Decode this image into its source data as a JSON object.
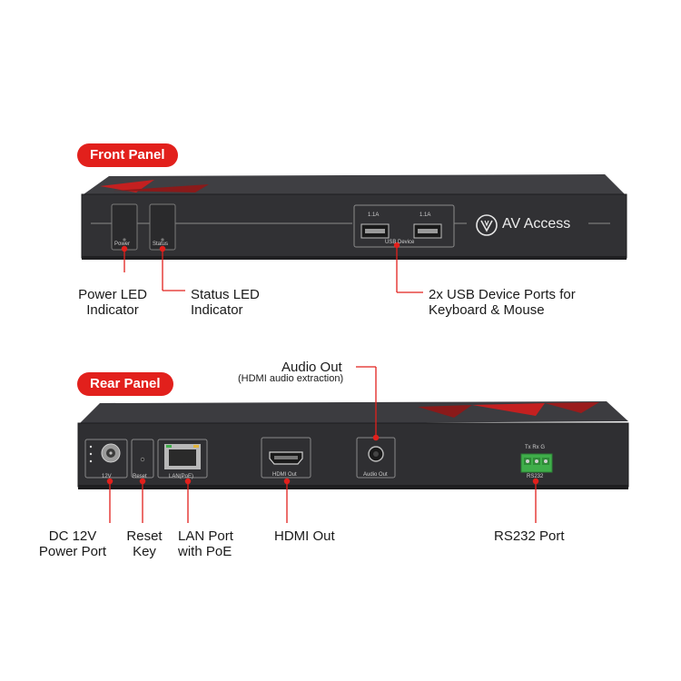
{
  "front_panel": {
    "title": "Front Panel",
    "power_port_text": "Power",
    "status_port_text": "Status",
    "usb_rating_1": "1.1A",
    "usb_rating_2": "1.1A",
    "usb_group_text": "USB Device",
    "brand": "AV Access",
    "callouts": {
      "power_led": [
        "Power LED",
        "Indicator"
      ],
      "status_led": [
        "Status LED",
        "Indicator"
      ],
      "usb_ports": [
        "2x USB Device Ports for",
        "Keyboard & Mouse"
      ]
    }
  },
  "rear_panel": {
    "title": "Rear Panel",
    "dc_text": "12V",
    "reset_text": "Reset",
    "lan_text": "LAN(PoE)",
    "hdmi_text": "HDMI Out",
    "audio_text": "Audio Out",
    "rs232_text": "RS232",
    "rs232_pins": "Tx  Rx  G",
    "callouts": {
      "audio_out": "Audio Out",
      "audio_out_note": "(HDMI audio extraction)",
      "dc_power": [
        "DC 12V",
        "Power Port"
      ],
      "reset_key": [
        "Reset",
        "Key"
      ],
      "lan_port": [
        "LAN Port",
        "with PoE"
      ],
      "hdmi_out": "HDMI Out",
      "rs232_port": "RS232 Port"
    }
  },
  "colors": {
    "accent_red": "#e2201c",
    "device_body": "#2b2b2d",
    "device_face": "#3a3a3d",
    "connector_green": "#3fae4a"
  }
}
